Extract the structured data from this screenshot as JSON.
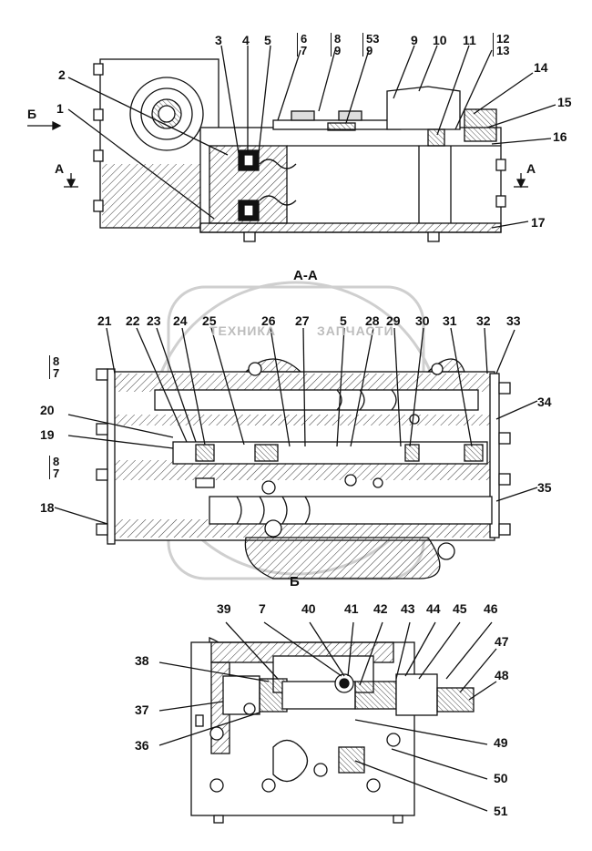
{
  "views": {
    "section_aa": "А-А",
    "view_b": "Б",
    "arrow_b": "Б",
    "arrow_a_left": "А",
    "arrow_a_right": "А"
  },
  "watermark": {
    "left": "ТЕХНИКА",
    "right": "ЗАПЧАСТИ"
  },
  "top_callouts": [
    "1",
    "2",
    "3",
    "4",
    "5",
    "14",
    "15",
    "16",
    "17"
  ],
  "top_fracs": [
    {
      "top": "6",
      "bottom": "7"
    },
    {
      "top": "8",
      "bottom": "9"
    },
    {
      "top": "53",
      "bottom": "9"
    },
    {
      "top": "12",
      "bottom": "13"
    }
  ],
  "top_plain": [
    "9",
    "10",
    "11"
  ],
  "mid_callouts": [
    "21",
    "22",
    "23",
    "24",
    "25",
    "26",
    "27",
    "5",
    "28",
    "29",
    "30",
    "31",
    "32",
    "33",
    "20",
    "19",
    "18",
    "34",
    "35"
  ],
  "mid_fracs": [
    {
      "top": "8",
      "bottom": "7"
    },
    {
      "top": "8",
      "bottom": "7"
    }
  ],
  "bottom_callouts": [
    "39",
    "7",
    "40",
    "41",
    "42",
    "43",
    "44",
    "45",
    "46",
    "47",
    "48",
    "38",
    "37",
    "36",
    "49",
    "50",
    "51"
  ]
}
